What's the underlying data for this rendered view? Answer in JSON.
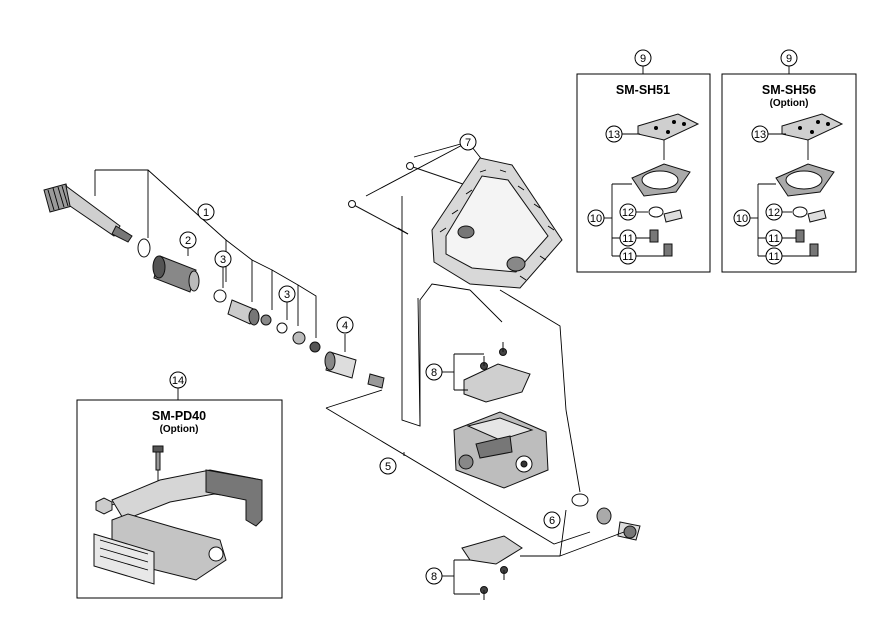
{
  "callouts": {
    "c1": "1",
    "c2": "2",
    "c3a": "3",
    "c3b": "3",
    "c4": "4",
    "c5": "5",
    "c6": "6",
    "c7": "7",
    "c8a": "8",
    "c8b": "8",
    "c14": "14",
    "c9a": "9",
    "c9b": "9",
    "c13a": "13",
    "c10a": "10",
    "c12a": "12",
    "c11a1": "11",
    "c11a2": "11",
    "c13b": "13",
    "c10b": "10",
    "c12b": "12",
    "c11b1": "11",
    "c11b2": "11"
  },
  "boxes": {
    "pd40": {
      "title": "SM-PD40",
      "subtitle": "(Option)"
    },
    "sh51": {
      "title": "SM-SH51"
    },
    "sh56": {
      "title": "SM-SH56",
      "subtitle": "(Option)"
    }
  }
}
